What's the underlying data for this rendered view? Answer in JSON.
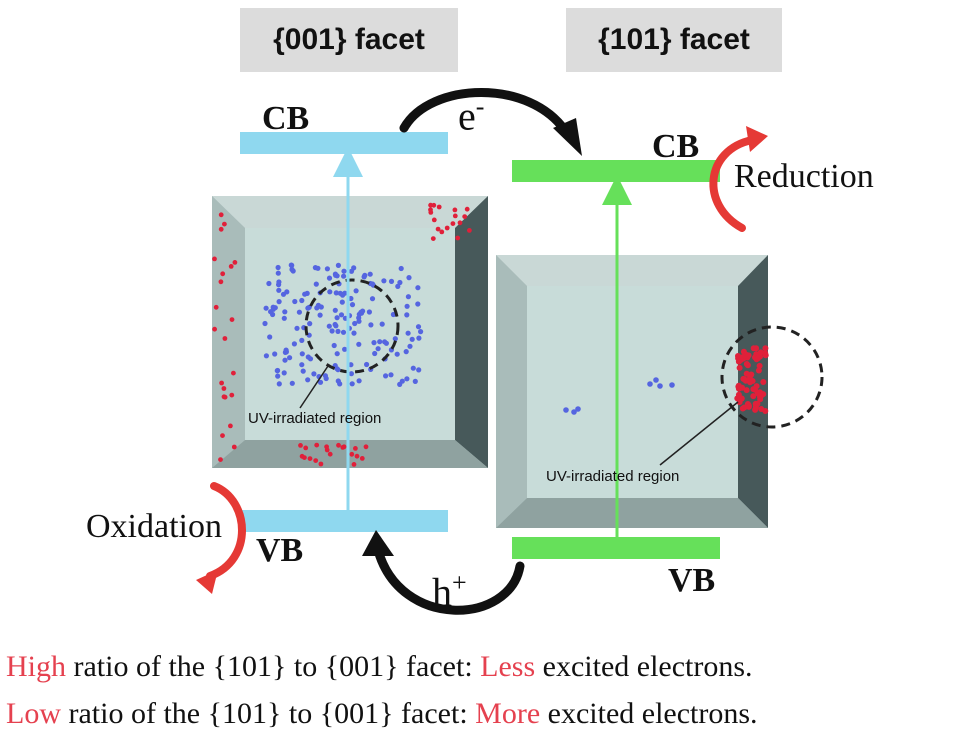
{
  "facets": {
    "left_label": "{001} facet",
    "right_label": "{101} facet"
  },
  "bands": {
    "left_cb": "CB",
    "left_vb": "VB",
    "right_cb": "CB",
    "right_vb": "VB"
  },
  "processes": {
    "reduction": "Reduction",
    "oxidation": "Oxidation"
  },
  "carriers": {
    "electron": "e",
    "electron_sup": "-",
    "hole": "h",
    "hole_sup": "+"
  },
  "regions": {
    "left": "UV-irradiated region",
    "right": "UV-irradiated region"
  },
  "caption": {
    "line1": {
      "lead": "High",
      "middle": " ratio of the {101} to {001} facet: ",
      "emphasis": "Less",
      "tail": " excited electrons."
    },
    "line2": {
      "lead": "Low",
      "middle": " ratio of the {101} to {001} facet: ",
      "emphasis": "More",
      "tail": " excited electrons."
    }
  },
  "colors": {
    "cb_vb_left": "#8fd8ef",
    "cb_vb_right": "#66e05a",
    "arrow_red": "#e53935",
    "highlight_text": "#e5414f",
    "dot_blue": "#5565e0",
    "dot_red": "#e0203a"
  }
}
